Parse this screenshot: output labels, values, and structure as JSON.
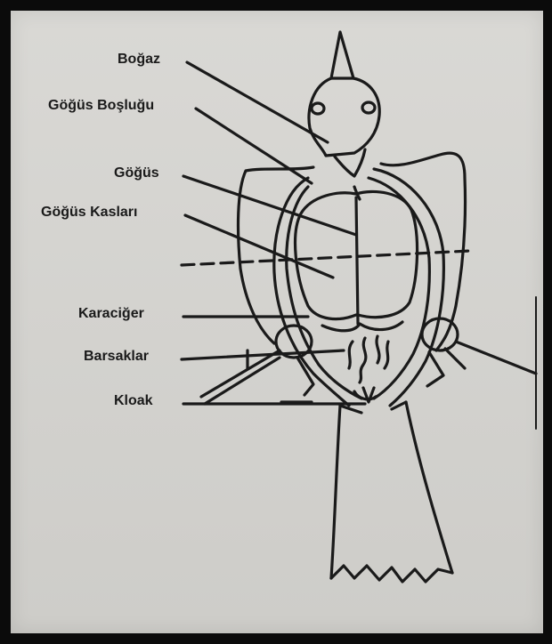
{
  "diagram": {
    "labels": {
      "bogaz": "Boğaz",
      "gogus_boslugu": "Göğüs Boşluğu",
      "gogus": "Göğüs",
      "gogus_kaslari": "Göğüs Kasları",
      "karaciger": "Karaciğer",
      "barsaklar": "Barsaklar",
      "kloak": "Kloak"
    },
    "colors": {
      "ink": "#1a1a1a",
      "paper": "#d6d5d1",
      "frame": "#0b0b0b"
    }
  }
}
